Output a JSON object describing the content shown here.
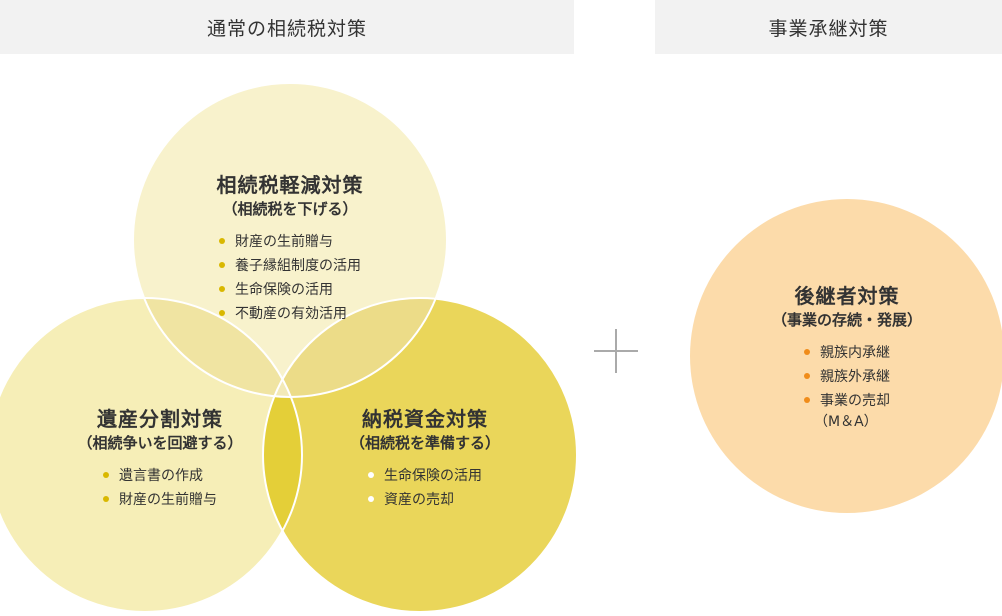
{
  "headers": {
    "left": "通常の相続税対策",
    "right": "事業承継対策"
  },
  "colors": {
    "circle_top": "#f8f2cc",
    "circle_left": "#f6eeb7",
    "circle_right": "#ead65a",
    "overlap": "#f0e4a2",
    "center_overlap": "#e4cf38",
    "circle_succession": "#fcdbaa",
    "bullet_yellow": "#d9b800",
    "bullet_white": "#ffffff",
    "bullet_orange": "#f08c1a"
  },
  "circles": {
    "top": {
      "title": "相続税軽減対策",
      "subtitle": "（相続税を下げる）",
      "items": [
        "財産の生前贈与",
        "養子縁組制度の活用",
        "生命保険の活用",
        "不動産の有効活用"
      ]
    },
    "left": {
      "title": "遺産分割対策",
      "subtitle": "（相続争いを回避する）",
      "items": [
        "遺言書の作成",
        "財産の生前贈与"
      ]
    },
    "right": {
      "title": "納税資金対策",
      "subtitle": "（相続税を準備する）",
      "items": [
        "生命保険の活用",
        "資産の売却"
      ]
    },
    "succession": {
      "title": "後継者対策",
      "subtitle": "（事業の存続・発展）",
      "items": [
        "親族内承継",
        "親族外承継",
        "事業の売却"
      ],
      "note": "（M＆A）"
    }
  }
}
